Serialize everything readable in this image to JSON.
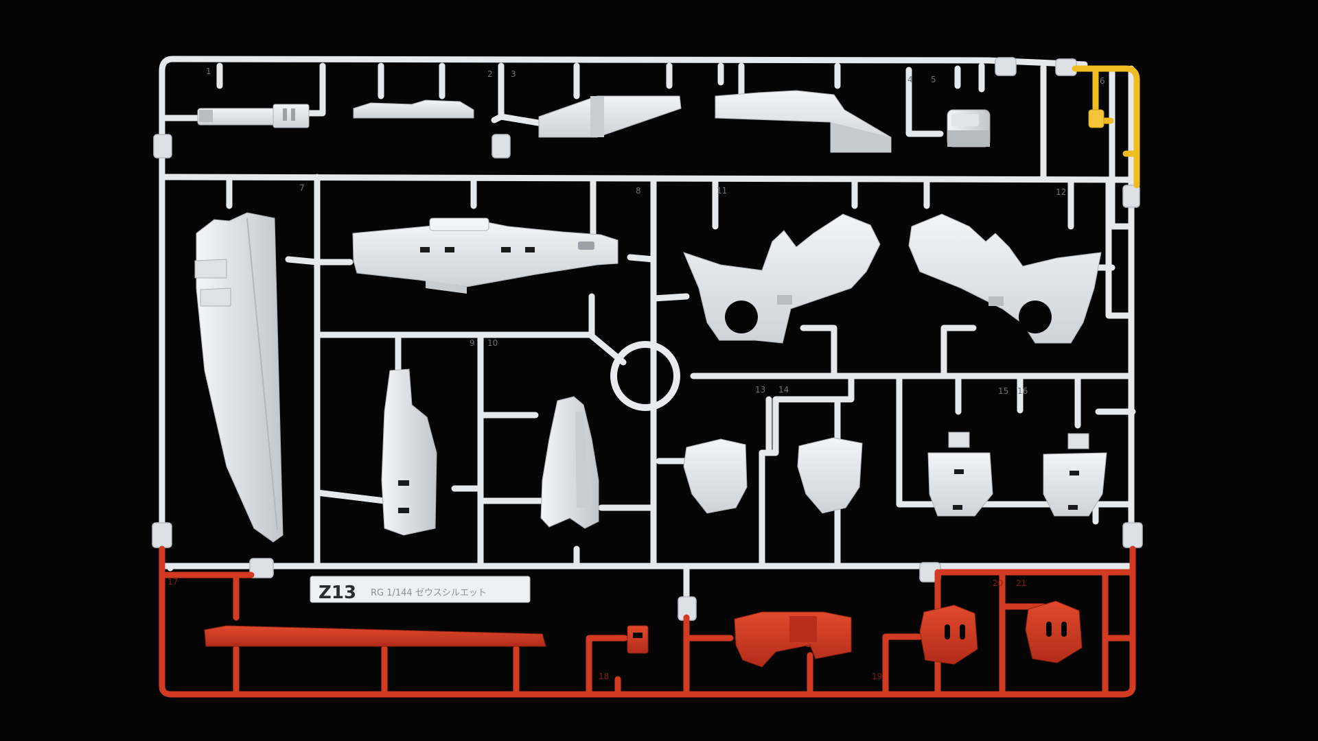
{
  "photo": {
    "subject": "plastic model kit runner (sprue) on black background",
    "colors": {
      "background": "#050505",
      "white_plastic": "#e9ecef",
      "white_shade": "#c9cdd1",
      "red_plastic": "#d23b22",
      "red_shade": "#a8281a",
      "yellow_plastic": "#efbd22"
    }
  },
  "runner": {
    "code": "Z13",
    "title": "RG 1/144 ゼウスシルエット",
    "part_numbers": [
      "1",
      "2",
      "3",
      "4",
      "5",
      "6",
      "7",
      "8",
      "9",
      "10",
      "11",
      "12",
      "13",
      "14",
      "15",
      "16",
      "17",
      "18",
      "19",
      "20",
      "21"
    ]
  }
}
